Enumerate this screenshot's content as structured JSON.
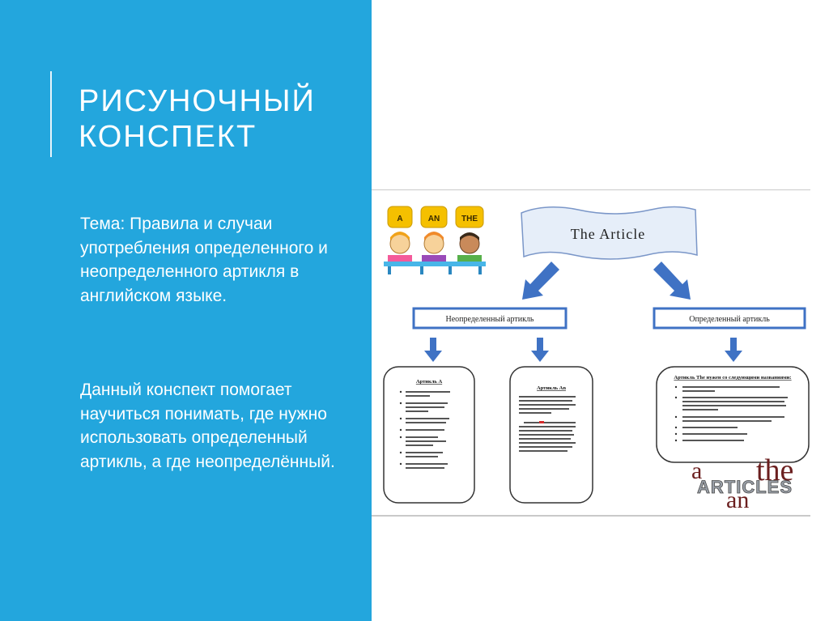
{
  "slide": {
    "title_line1": "РИСУНОЧНЫЙ",
    "title_line2": "КОНСПЕКТ",
    "topic": "Тема:  Правила и случаи употребления определенного и неопределенного артикля в английском языке.",
    "description": "Данный конспект помогает научиться понимать, где нужно использовать определенный артикль, а где неопределённый."
  },
  "diagram": {
    "banner": "The Article",
    "badges": [
      "A",
      "AN",
      "THE"
    ],
    "indefinite_box": "Неопределенный артикль",
    "definite_box": "Определенный артикль",
    "card_a_title": "Артикль А",
    "card_an_title": "Артикль An",
    "card_the_title": "Артикль The нужен со следующими названиями:",
    "logo_words": [
      "a",
      "the",
      "ARTICLES",
      "an"
    ],
    "colors": {
      "panel": "#23a6dd",
      "arrow": "#3f72c4",
      "box_border": "#3f72c4",
      "badge_fill": "#f5c000"
    }
  }
}
